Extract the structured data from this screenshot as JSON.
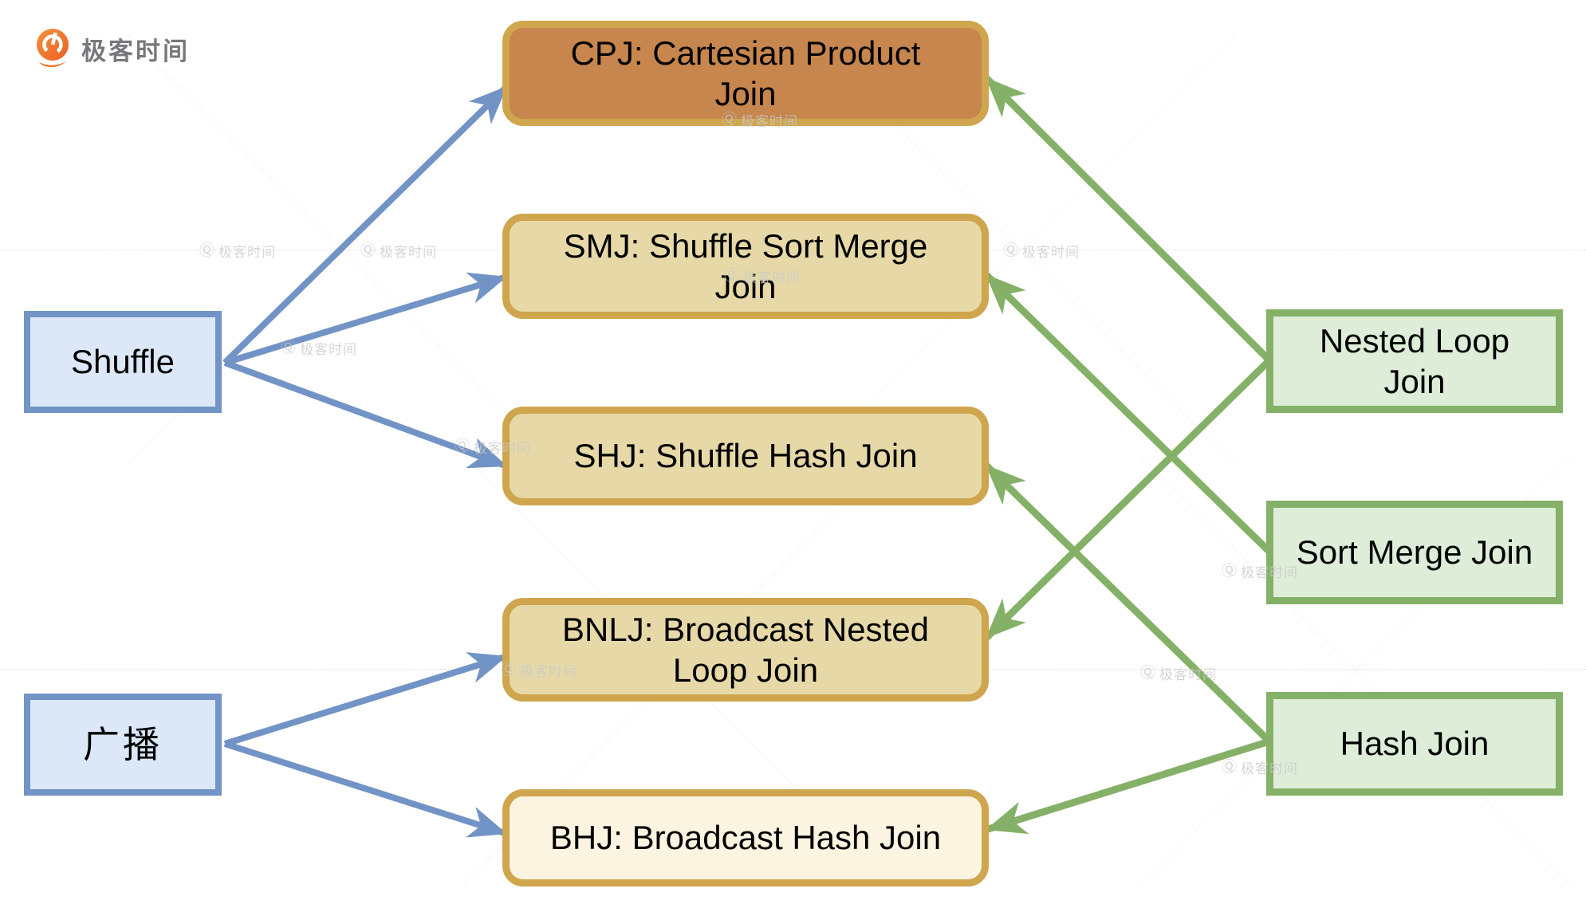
{
  "brand": {
    "logo_text": "极客时间"
  },
  "watermark": {
    "text": "极客时间"
  },
  "nodes": {
    "shuffle": {
      "label": "Shuffle"
    },
    "broadcast": {
      "label": "广播"
    },
    "cpj": {
      "label": "CPJ: Cartesian Product\nJoin"
    },
    "smj": {
      "label": "SMJ: Shuffle Sort Merge\nJoin"
    },
    "shj": {
      "label": "SHJ: Shuffle Hash Join"
    },
    "bnlj": {
      "label": "BNLJ: Broadcast Nested\nLoop Join"
    },
    "bhj": {
      "label": "BHJ: Broadcast Hash Join"
    },
    "nested_loop_join": {
      "label": "Nested Loop\nJoin"
    },
    "sort_merge_join": {
      "label": "Sort Merge Join"
    },
    "hash_join": {
      "label": "Hash Join"
    }
  },
  "edges": [
    {
      "from": "shuffle",
      "to": "cpj",
      "group": "blue"
    },
    {
      "from": "shuffle",
      "to": "smj",
      "group": "blue"
    },
    {
      "from": "shuffle",
      "to": "shj",
      "group": "blue"
    },
    {
      "from": "broadcast",
      "to": "bnlj",
      "group": "blue"
    },
    {
      "from": "broadcast",
      "to": "bhj",
      "group": "blue"
    },
    {
      "from": "nested_loop_join",
      "to": "cpj",
      "group": "green"
    },
    {
      "from": "nested_loop_join",
      "to": "bnlj",
      "group": "green"
    },
    {
      "from": "sort_merge_join",
      "to": "smj",
      "group": "green"
    },
    {
      "from": "hash_join",
      "to": "shj",
      "group": "green"
    },
    {
      "from": "hash_join",
      "to": "bhj",
      "group": "green"
    }
  ],
  "colors": {
    "blue_border": "#7293c5",
    "blue_fill": "#dce8f8",
    "gold_border": "#cfa54d",
    "tan_fill": "#e6d9a7",
    "cpj_fill": "#c6864d",
    "cream_fill": "#fbf4e0",
    "green_border": "#84b167",
    "green_fill": "#ddedd8",
    "brand_orange": "#ee7029",
    "watermark_gray": "#c9c9cc"
  }
}
